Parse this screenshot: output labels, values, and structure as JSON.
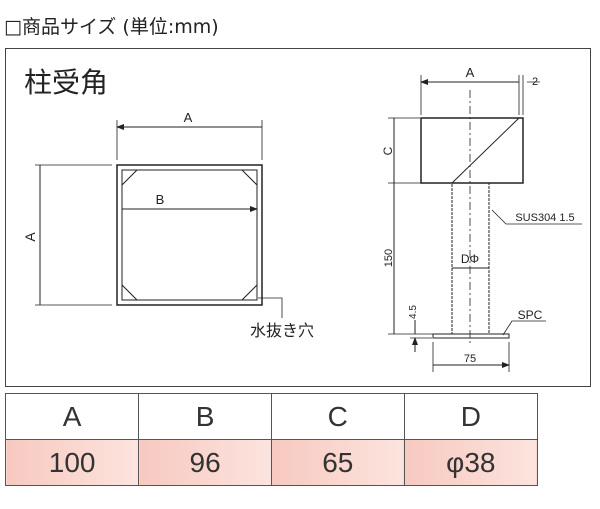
{
  "title": "□商品サイズ (単位:mm)",
  "diagram": {
    "name": "柱受角",
    "top_view": {
      "dim_a": "A",
      "dim_a_side": "A",
      "dim_b": "B",
      "drain_hole": "水抜き穴"
    },
    "side_view": {
      "dim_a": "A",
      "thickness": "2",
      "dim_c": "C",
      "length": "150",
      "diameter": "DΦ",
      "pipe_material": "SUS304 1.5",
      "base_material": "SPC",
      "base_thickness": "4.5",
      "base_width": "75"
    }
  },
  "table": {
    "headers": [
      "A",
      "B",
      "C",
      "D"
    ],
    "values": [
      "100",
      "96",
      "65",
      "φ38"
    ]
  }
}
